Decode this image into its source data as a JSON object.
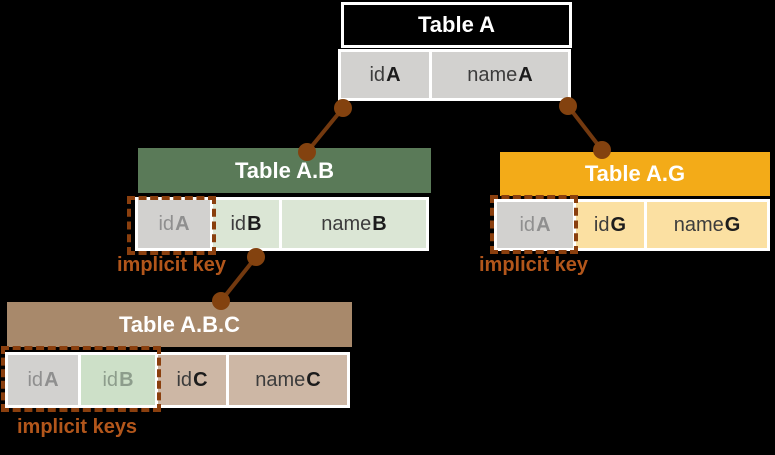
{
  "palette": {
    "background": "#000000",
    "table_a_header_bg": "#000000",
    "table_ab_header_bg": "#5a7a58",
    "table_ag_header_bg": "#f3ab18",
    "table_abc_header_bg": "#a8896b",
    "gray_cell_bg": "#d2d1cf",
    "sage_cell_bg": "#dbe6d5",
    "amber_cell_bg": "#fbe0a2",
    "tan_cell_bg": "#cdb7a5",
    "ghost_green_cell_bg": "#cde0c8",
    "ghost_text": "#8f8f8f",
    "annotation_text": "#b2561b",
    "dashed_border": "#8a3f0e",
    "connector": "#73390f"
  },
  "tables": {
    "a": {
      "title": "Table A",
      "cells": [
        {
          "prefix": "id",
          "suffix": "A"
        },
        {
          "prefix": "name",
          "suffix": "A"
        }
      ]
    },
    "ab": {
      "title": "Table A.B",
      "annotation": "implicit key",
      "cells": [
        {
          "prefix": "id",
          "suffix": "A"
        },
        {
          "prefix": "id",
          "suffix": "B"
        },
        {
          "prefix": "name",
          "suffix": "B"
        }
      ]
    },
    "ag": {
      "title": "Table A.G",
      "annotation": "implicit key",
      "cells": [
        {
          "prefix": "id",
          "suffix": "A"
        },
        {
          "prefix": "id",
          "suffix": "G"
        },
        {
          "prefix": "name",
          "suffix": "G"
        }
      ]
    },
    "abc": {
      "title": "Table A.B.C",
      "annotation": "implicit keys",
      "cells": [
        {
          "prefix": "id",
          "suffix": "A"
        },
        {
          "prefix": "id",
          "suffix": "B"
        },
        {
          "prefix": "id",
          "suffix": "C"
        },
        {
          "prefix": "name",
          "suffix": "C"
        }
      ]
    }
  }
}
